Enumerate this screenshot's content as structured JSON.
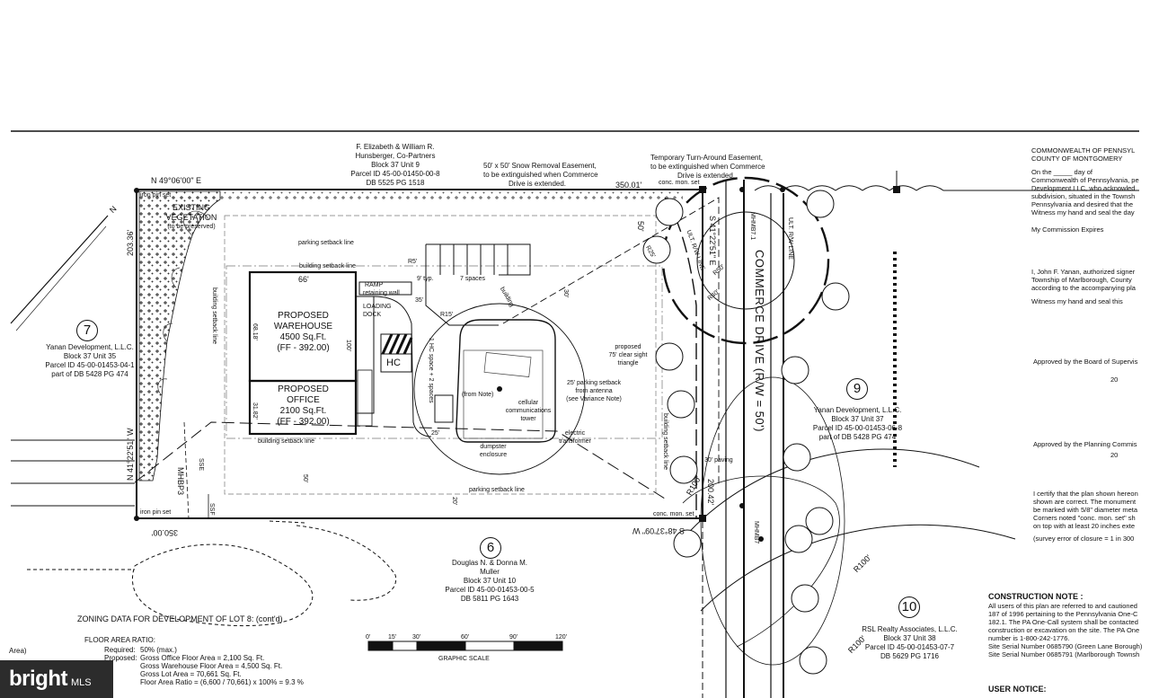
{
  "north_owner": {
    "line1": "F. Elizabeth & William R.",
    "line2": "Hunsberger, Co-Partners",
    "line3": "Block 37  Unit 9",
    "line4": "Parcel ID 45-00-01450-00-8",
    "line5": "DB 5525  PG 1518"
  },
  "easements": {
    "snow_line1": "50' x 50' Snow Removal Easement,",
    "snow_line2": "to be extinguished when Commerce",
    "snow_line3": "Drive is extended.",
    "turn_line1": "Temporary Turn-Around Easement,",
    "turn_line2": "to be extinguished when Commerce",
    "turn_line3": "Drive is extended."
  },
  "bearings": {
    "north": "N 49°06'00\" E",
    "north_dist": "350.01'",
    "west": "N 41°22'51\" W",
    "west_dist": "203.36'",
    "south": "S 48°37'09\" W",
    "south_dist": "350.00'",
    "east": "S 41°22'51\" E",
    "east_dist": "200.42'"
  },
  "monuments": {
    "iron_pin_ne": "iron pin set",
    "iron_pin_sw": "iron pin set",
    "conc_mon_ne": "conc. mon. set",
    "conc_mon_se": "conc. mon. set"
  },
  "site": {
    "vegetation_line1": "EXISTING",
    "vegetation_line2": "VEGETATION",
    "vegetation_line3": "(to be preserved)",
    "parking_setback_n": "parking setback line",
    "parking_setback_s": "parking setback line",
    "building_setback_n": "building setback line",
    "building_setback_s": "building setback line",
    "building_setback_w": "building setback line",
    "building_setback_e": "building setback line",
    "warehouse_line1": "PROPOSED",
    "warehouse_line2": "WAREHOUSE",
    "warehouse_line3": "4500 Sq.Ft.",
    "warehouse_line4": "(FF - 392.00)",
    "office_line1": "PROPOSED",
    "office_line2": "OFFICE",
    "office_line3": "2100 Sq.Ft.",
    "office_line4": "(FF - 392.00)",
    "dim_66": "66'",
    "dim_68": "68.18'",
    "dim_31": "31.82'",
    "dim_100": "100'",
    "ramp": "RAMP",
    "retaining_wall": "retaining wall",
    "loading_line1": "LOADING",
    "loading_line2": "DOCK",
    "hc": "HC",
    "hc_space_line1": "1 HC space",
    "hc_space_line2": "+ 2 spaces",
    "seven_spaces": "7 spaces",
    "nine_typ": "9' typ.",
    "dim_35": "35'",
    "dim_30": "30'",
    "dim_20": "20'",
    "dim_50a": "50'",
    "dim_50b": "50'",
    "dim_25": "25'",
    "r5": "R5'",
    "r15": "R15'",
    "r25": "R25'",
    "r40": "R40'",
    "r50": "R50'",
    "r100a": "R100'",
    "r100b": "R100'",
    "r100c": "R100'",
    "building_label": "building",
    "sight_line1": "proposed",
    "sight_line2": "75' clear sight",
    "sight_line3": "triangle",
    "tower_line1": "cellular",
    "tower_line2": "communications",
    "tower_line3": "tower",
    "antenna_line1": "25' parking setback",
    "antenna_line2": "from antenna",
    "antenna_line3": "(see Variance Note)",
    "dumpster_line1": "dumpster",
    "dumpster_line2": "enclosure",
    "transformer_line1": "electric",
    "transformer_line2": "transformer",
    "from_note": "(from Note)",
    "paving": "30' paving",
    "ult_rw_a": "ULT. R/W LINE",
    "ult_rw_b": "ULT. R/W LINE",
    "sse": "SSE",
    "ssf": "SSF",
    "mhbp3": "MHBP3",
    "mhmb7_1": "MHMB7.1",
    "mhmb7": "MHMB7"
  },
  "road": {
    "name": "COMMERCE DRIVE (R/W = 50')"
  },
  "lots": [
    {
      "num": "7",
      "line1": "Yanan Development, L.L.C.",
      "line2": "Block 37  Unit 35",
      "line3": "Parcel ID 45-00-01453-04-1",
      "line4": "part of DB 5428  PG 474"
    },
    {
      "num": "6",
      "line1": "Douglas N. & Donna M.",
      "line2": "Muller",
      "line3": "Block 37  Unit 10",
      "line4": "Parcel ID 45-00-01453-00-5",
      "line5": "DB 5811  PG 1643"
    },
    {
      "num": "9",
      "line1": "Yanan Development, L.L.C.",
      "line2": "Block 37  Unit 37",
      "line3": "Parcel ID 45-00-01453-06-8",
      "line4": "part of DB 5428  PG 474"
    },
    {
      "num": "10",
      "line1": "RSL Realty Associates, L.L.C.",
      "line2": "Block 37  Unit 38",
      "line3": "Parcel ID 45-00-01453-07-7",
      "line4": "DB 5629  PG 1716"
    }
  ],
  "commonwealth": {
    "h1": "COMMONWEALTH OF PENNSYL",
    "h2": "COUNTY OF MONTGOMERY",
    "p1": "On the _____ day of",
    "p2": "Commonwealth of Pennsylvania, pe",
    "p3": "Development LLC, who acknowled",
    "p4": "subdivision, situated in the Townsh",
    "p5": "Pennsylvania and desired that the",
    "p6": "Witness my hand and seal the day",
    "expires": "My Commission Expires",
    "cert1": "I, John F. Yanan, authorized signer",
    "cert2": "Township of Marlborough, County",
    "cert3": "according to the accompanying pla",
    "cert4": "Witness my hand and seal this",
    "supervisors": "Approved by the Board of Supervis",
    "planning": "Approved by the Planning Commis",
    "year1": "20",
    "year2": "20",
    "survey1": "I certify that the plan shown hereon",
    "survey2": "shown are correct. The monument",
    "survey3": "be marked with 5/8\" diameter meta",
    "survey4": "Corners noted \"conc. mon. set\" sh",
    "survey5": "on top with at least 20 inches exte",
    "survey6": "(survey error of closure = 1 in  300"
  },
  "construction": {
    "title": "CONSTRUCTION NOTE :",
    "l1": "All users of this plan are referred to and cautioned",
    "l2": "187 of 1996 pertaining to the Pennsylvania One-C",
    "l3": "182.1. The PA One-Call system shall be contacted",
    "l4": "construction or excavation on the site. The PA One",
    "l5": "number is 1-800-242-1776.",
    "l6": "Site Serial Number 0685790 (Green Lane Borough)",
    "l7": "Site Serial Number 0685791 (Marlborough Townsh",
    "user_notice": "USER NOTICE:"
  },
  "zoning": {
    "title": "ZONING DATA FOR DEVELOPMENT OF LOT 8: (cont'd)",
    "far": "FLOOR AREA RATIO:",
    "required_label": "Required:",
    "required_value": "50% (max.)",
    "proposed_label": "Proposed:",
    "p1": "Gross Office Floor Area = 2,100 Sq. Ft.",
    "p2": "Gross Warehouse Floor Area = 4,500 Sq. Ft.",
    "p3": "Gross Lot Area = 70,661 Sq. Ft.",
    "p4": "Floor Area Ratio = (6,600 / 70,661) x 100% = 9.3 %",
    "area_cut": "Area)"
  },
  "scale": {
    "ticks": [
      "0'",
      "15'",
      "30'",
      "60'",
      "90'",
      "120'"
    ],
    "label": "GRAPHIC SCALE"
  },
  "watermark": {
    "logo": "bright",
    "suffix": "MLS"
  }
}
